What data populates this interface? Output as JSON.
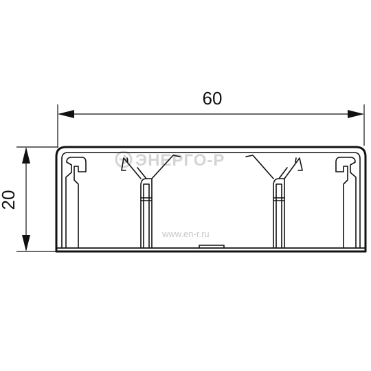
{
  "dimensions": {
    "width": "60",
    "height": "20"
  },
  "watermark": {
    "brand": "ЭНЕРГО-Р",
    "url": "www.en-r.ru"
  },
  "colors": {
    "line": "#111111",
    "watermark": "#d4d4d4"
  }
}
